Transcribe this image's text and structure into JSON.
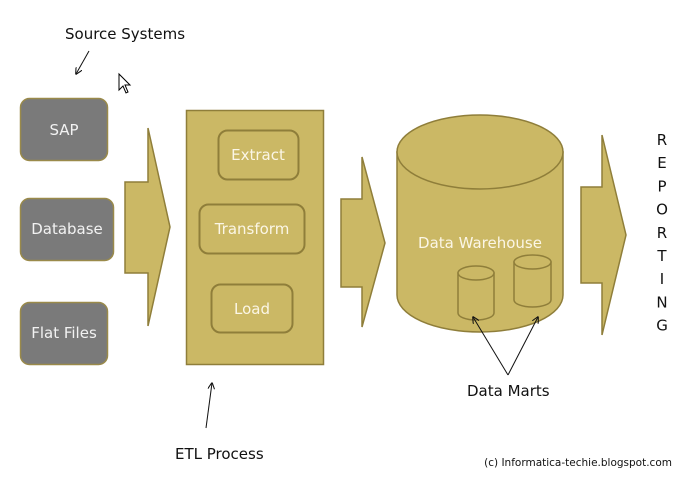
{
  "colors": {
    "gold_fill": "#cbb865",
    "gold_border": "#8f7e3a",
    "gray_fill": "#7a7a7a",
    "gray_border": "#9a8a4a",
    "light_text": "#fbf6e6",
    "dark_text": "#111111"
  },
  "labels": {
    "source_systems": "Source Systems",
    "etl_process": "ETL Process",
    "data_marts": "Data Marts",
    "copyright": "(c) Informatica-techie.blogspot.com"
  },
  "sources": [
    {
      "label": "SAP"
    },
    {
      "label": "Database"
    },
    {
      "label": "Flat Files"
    }
  ],
  "etl_steps": [
    {
      "label": "Extract"
    },
    {
      "label": "Transform"
    },
    {
      "label": "Load"
    }
  ],
  "warehouse": {
    "label": "Data Warehouse"
  },
  "reporting": {
    "letters": [
      "R",
      "E",
      "P",
      "O",
      "R",
      "T",
      "I",
      "N",
      "G"
    ]
  },
  "icons": {
    "cursor": "mouse-pointer-icon"
  }
}
